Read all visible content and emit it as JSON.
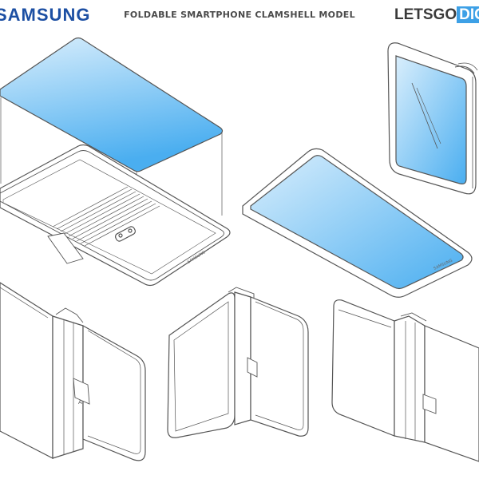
{
  "header": {
    "brand_left": "SAMSUNG",
    "title": "FOLDABLE SMARTPHONE CLAMSHELL MODEL",
    "brand_right_part1": "LETSGO",
    "brand_right_part2": "DIGITAL"
  },
  "device_marks": {
    "logo_text": "SAMSUNG",
    "hinge_label": "A"
  },
  "colors": {
    "brand_blue": "#1c4fa3",
    "watermark_accent": "#3da0e6",
    "screen_gradient_top": "#d9eefc",
    "screen_gradient_bottom": "#4aaef0",
    "line_art": "#555555"
  }
}
